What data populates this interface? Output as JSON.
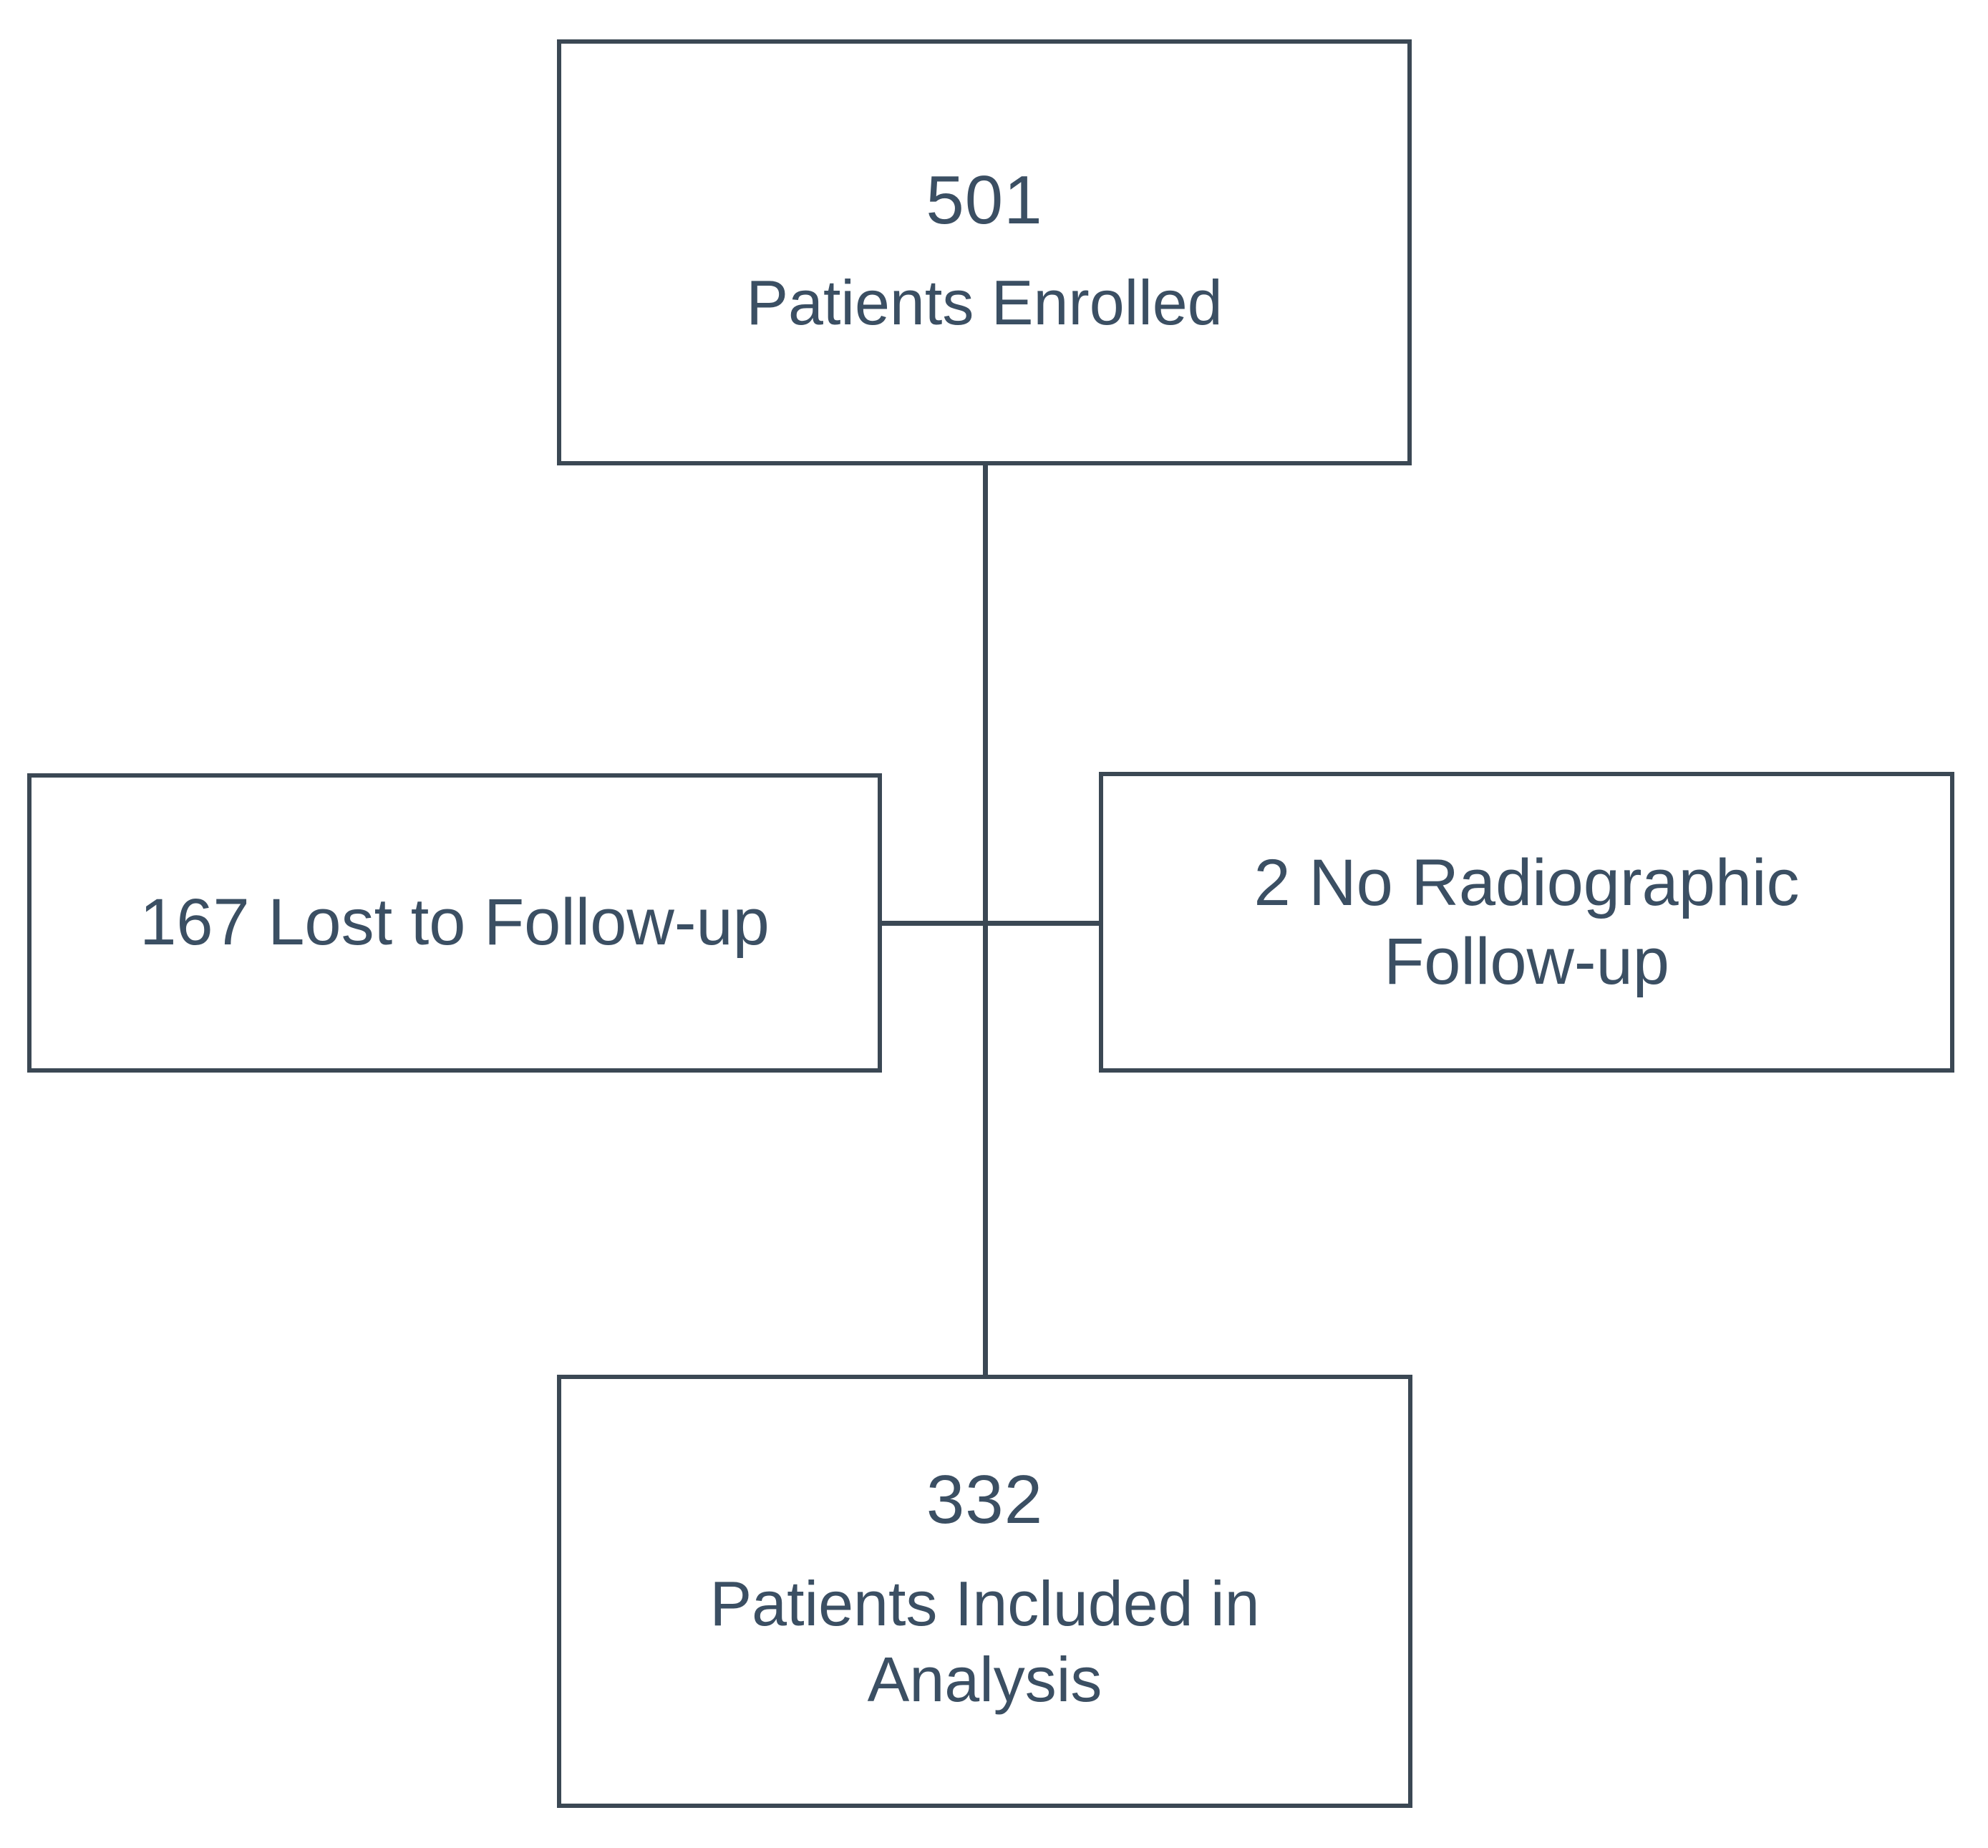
{
  "diagram": {
    "type": "patient-flow-chart",
    "title": "",
    "accent_color": "#3b4854",
    "text_color": "#3b4f63",
    "background_color": "#ffffff",
    "nodes": [
      {
        "id": "enrolled",
        "count": "501",
        "label": "Patients Enrolled"
      },
      {
        "id": "lost",
        "count": "",
        "label": "167 Lost to Follow-up"
      },
      {
        "id": "no_radiographic",
        "count": "",
        "label": "2 No Radiographic\nFollow-up"
      },
      {
        "id": "included",
        "count": "332",
        "label": "Patients Included in\nAnalysis"
      }
    ],
    "edges": [
      {
        "from": "enrolled",
        "to": "junction"
      },
      {
        "from": "junction",
        "to": "lost"
      },
      {
        "from": "junction",
        "to": "no_radiographic"
      },
      {
        "from": "junction",
        "to": "included"
      }
    ]
  }
}
